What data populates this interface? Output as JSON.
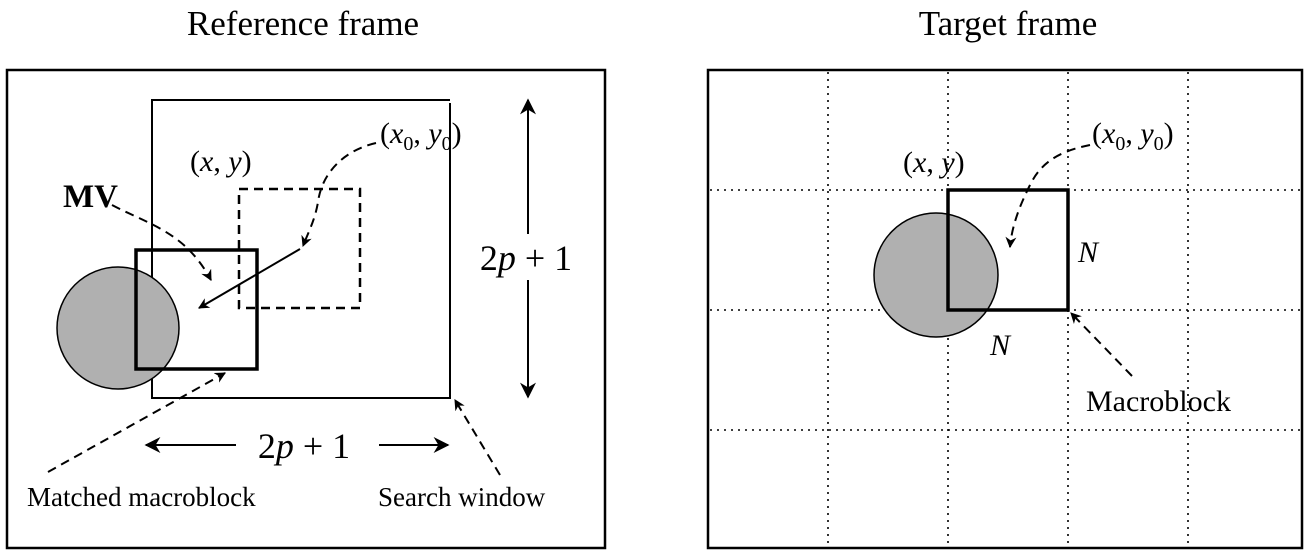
{
  "reference": {
    "title": "Reference frame",
    "xy": {
      "open": "(",
      "x": "x",
      "comma": ", ",
      "y": "y",
      "close": ")"
    },
    "x0y0": {
      "open": "(",
      "x": "x",
      "x_sub": "0",
      "comma": ", ",
      "y": "y",
      "y_sub": "0",
      "close": ")"
    },
    "mv": "MV",
    "vertical_range": {
      "num": "2",
      "var": "p",
      "rest": " + 1"
    },
    "horizontal_range": {
      "num": "2",
      "var": "p",
      "rest": " + 1"
    },
    "matched_label": "Matched macroblock",
    "search_label": "Search window"
  },
  "target": {
    "title": "Target frame",
    "xy": {
      "open": "(",
      "x": "x",
      "comma": ", ",
      "y": "y",
      "close": ")"
    },
    "x0y0": {
      "open": "(",
      "x": "x",
      "x_sub": "0",
      "comma": ", ",
      "y": "y",
      "y_sub": "0",
      "close": ")"
    },
    "n_right": "N",
    "n_bottom": "N",
    "macroblock_label": "Macroblock"
  },
  "colors": {
    "object_fill": "#b0b0b0",
    "stroke": "#000000",
    "background": "#ffffff"
  }
}
